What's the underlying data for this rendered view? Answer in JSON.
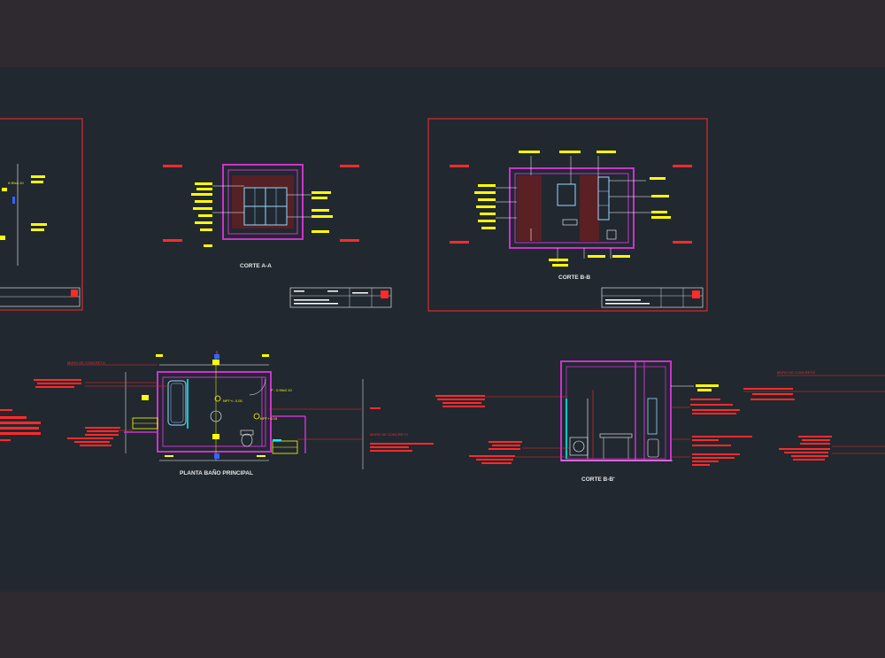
{
  "views": {
    "corte_aa": "CORTE A-A",
    "corte_bb": "CORTE B-B",
    "planta": "PLANTA BAÑO PRINCIPAL",
    "corte_bb2": "CORTE B-B'"
  },
  "plan_labels": {
    "muro_top": "MURO DE CONCRETO",
    "door": "P - 0.90x2.10",
    "npt1": "NPT+/- 0.00",
    "npt2": "NPT+ 0.15",
    "muro_right": "MURO DE CONCRETO"
  },
  "section_labels": {
    "muro_right": "MURO DE CONCRETO"
  },
  "colors": {
    "background": "#212830",
    "frame": "#ff2a2a",
    "wall": "#cc33cc",
    "annotation": "#ffff00",
    "glass": "#9ad8ff"
  }
}
